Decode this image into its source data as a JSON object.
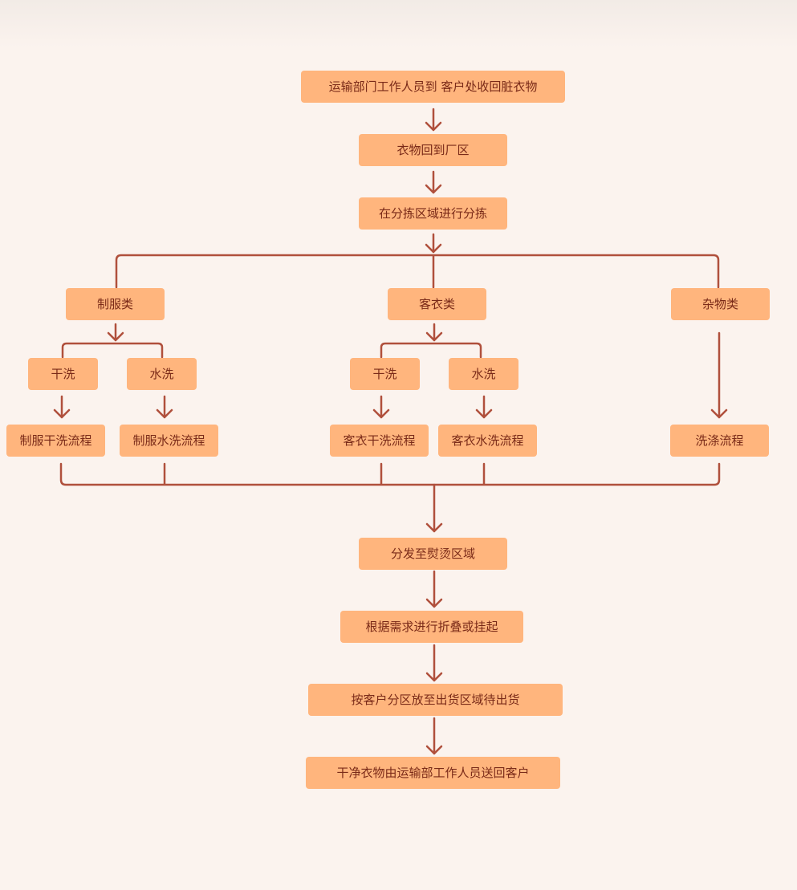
{
  "colors": {
    "background": "#fbf3ee",
    "box_fill": "#ffb57d",
    "box_text": "#7a2a18",
    "connector": "#b0503c"
  },
  "nodes": {
    "collect": "运输部门工作人员到 客户处收回脏衣物",
    "return_factory": "衣物回到厂区",
    "sort": "在分拣区域进行分拣",
    "uniform": "制服类",
    "guest": "客衣类",
    "misc": "杂物类",
    "uniform_dry": "干洗",
    "uniform_wet": "水洗",
    "guest_dry": "干洗",
    "guest_wet": "水洗",
    "uniform_dry_process": "制服干洗流程",
    "uniform_wet_process": "制服水洗流程",
    "guest_dry_process": "客衣干洗流程",
    "guest_wet_process": "客衣水洗流程",
    "misc_process": "洗涤流程",
    "ironing": "分发至熨烫区域",
    "fold": "根据需求进行折叠或挂起",
    "stage": "按客户分区放至出货区域待出货",
    "deliver": "干净衣物由运输部工作人员送回客户"
  }
}
